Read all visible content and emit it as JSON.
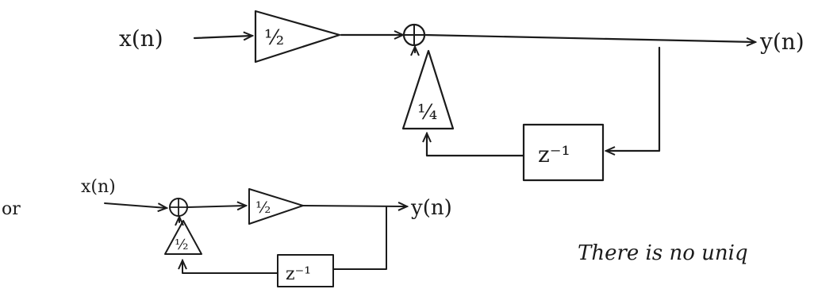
{
  "top_diagram": {
    "input_label": "x(n)",
    "output_label": "y(n)",
    "forward_gain": "½",
    "feedback_gain": "¼",
    "delay_label": "z⁻¹"
  },
  "alt_label": "or",
  "bottom_diagram": {
    "input_label": "x(n)",
    "output_label": "y(n)",
    "forward_gain": "½",
    "feedback_gain": "½",
    "delay_label": "z⁻¹"
  },
  "note": "There is no uniq"
}
